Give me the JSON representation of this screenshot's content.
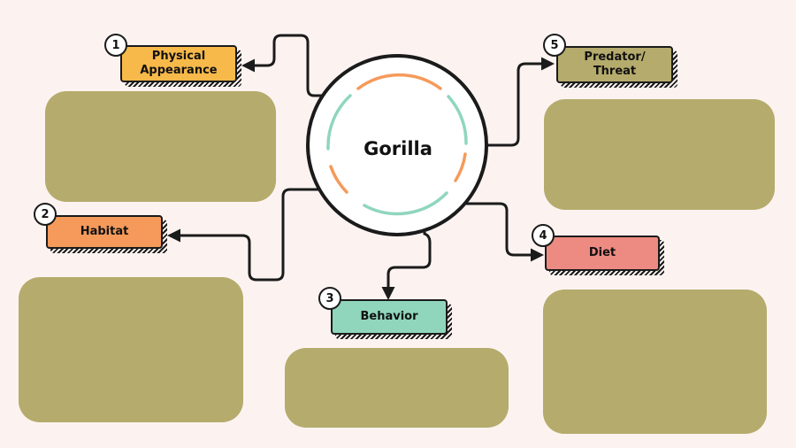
{
  "center": {
    "title": "Gorilla"
  },
  "topics": [
    {
      "number": "1",
      "label": "Physical\nAppearance",
      "color": "#f7b94a"
    },
    {
      "number": "2",
      "label": "Habitat",
      "color": "#f59a5b"
    },
    {
      "number": "3",
      "label": "Behavior",
      "color": "#8fd6bd"
    },
    {
      "number": "4",
      "label": "Diet",
      "color": "#ed8a82"
    },
    {
      "number": "5",
      "label": "Predator/\nThreat",
      "color": "#b5ab6c"
    }
  ],
  "colors": {
    "background": "#fcf3f1",
    "box_fill": "#b5ab6c",
    "line": "#1b1b1b",
    "ring_orange": "#f59a5b",
    "ring_teal": "#8fd6bd"
  }
}
